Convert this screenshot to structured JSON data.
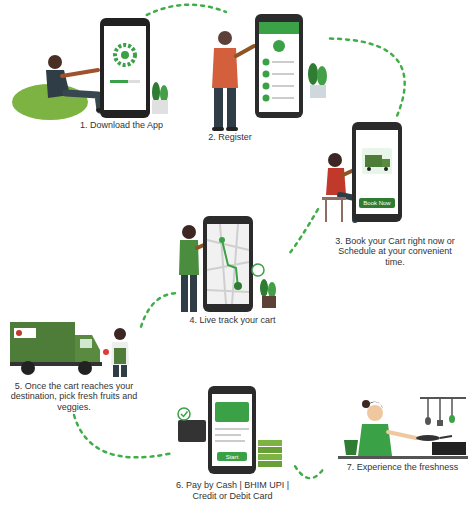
{
  "diagram": {
    "nodes": [
      {
        "text": [
          "1. Download the App"
        ]
      },
      {
        "text": [
          "2. Register"
        ]
      },
      {
        "text": [
          "3. Book your Cart right now or Schedule at your convenient time."
        ]
      },
      {
        "text": [
          "4. Live track your cart"
        ]
      },
      {
        "text": [
          "5. Once the cart reaches your destination, pick fresh fruits and veggies."
        ]
      },
      {
        "text": [
          "6. Pay by Cash | BHIM UPI | Credit or Debit Card"
        ]
      },
      {
        "text": [
          "7. Experience the freshness"
        ]
      }
    ],
    "edges": [
      {
        "from": 0,
        "to": 1,
        "arrow": "none"
      },
      {
        "from": 1,
        "to": 2,
        "arrow": "none"
      },
      {
        "from": 2,
        "to": 3,
        "arrow": "none"
      },
      {
        "from": 3,
        "to": 4,
        "arrow": "none"
      },
      {
        "from": 4,
        "to": 5,
        "arrow": "none"
      },
      {
        "from": 5,
        "to": 6,
        "arrow": "none"
      }
    ],
    "labels": [
      "Book Now",
      "Start"
    ]
  }
}
